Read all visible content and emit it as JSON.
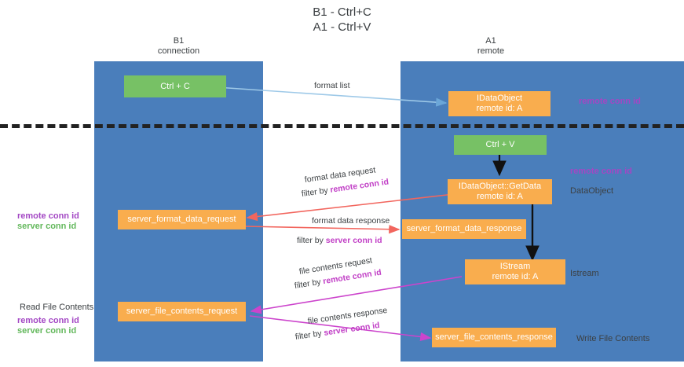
{
  "title": {
    "line1": "B1 - Ctrl+C",
    "line2": "A1 - Ctrl+V"
  },
  "columns": [
    {
      "id": "b1",
      "name": "B1",
      "sub": "connection"
    },
    {
      "id": "a1",
      "name": "A1",
      "sub": "remote"
    }
  ],
  "nodes": {
    "ctrl_c": {
      "line1": "Ctrl + C",
      "line2": ""
    },
    "idataobject_top": {
      "line1": "IDataObject",
      "line2": "remote id: A"
    },
    "ctrl_v": {
      "line1": "Ctrl + V",
      "line2": ""
    },
    "idataobject_getdata": {
      "line1": "IDataObject::GetData",
      "line2": "remote id: A"
    },
    "server_format_data_request": {
      "line1": "server_format_data_request",
      "line2": ""
    },
    "server_format_data_response": {
      "line1": "server_format_data_response",
      "line2": ""
    },
    "istream": {
      "line1": "IStream",
      "line2": "remote id: A"
    },
    "server_file_contents_request": {
      "line1": "server_file_contents_request",
      "line2": ""
    },
    "server_file_contents_response": {
      "line1": "server_file_contents_response",
      "line2": ""
    }
  },
  "annotations": {
    "remote_conn_id_top": "remote conn id",
    "remote_conn_id_dataobj": "remote conn id",
    "dataobject": "DataObject",
    "istream_label": "Istream",
    "write_file_contents": "Write File Contents",
    "read_file_contents": "Read File Contents",
    "left_remote_conn_id_1": "remote conn id",
    "left_server_conn_id_1": "server conn id",
    "left_remote_conn_id_2": "remote conn id",
    "left_server_conn_id_2": "server conn id"
  },
  "edges": {
    "format_list": {
      "label": "format list"
    },
    "format_data_request": {
      "label": "format data request",
      "filter_prefix": "filter by ",
      "filter_value": "remote conn id"
    },
    "format_data_response": {
      "label": "format data response",
      "filter_prefix": "filter by ",
      "filter_value": "server conn id"
    },
    "file_contents_request": {
      "label": "file contents request",
      "filter_prefix": "filter by ",
      "filter_value": "remote conn id"
    },
    "file_contents_response": {
      "label": "file contents response",
      "filter_prefix": "filter by ",
      "filter_value": "server conn id"
    }
  },
  "colors": {
    "lane": "#4a7ebb",
    "green_node": "#77c165",
    "orange_node": "#f9ad4e",
    "purple": "#a347c4",
    "green_text": "#63b85c",
    "magenta_arrow": "#cc44cc",
    "red_arrow": "#f2665e",
    "light_blue_arrow": "#9ec9e8",
    "black_arrow": "#111111",
    "divider": "#222222"
  }
}
